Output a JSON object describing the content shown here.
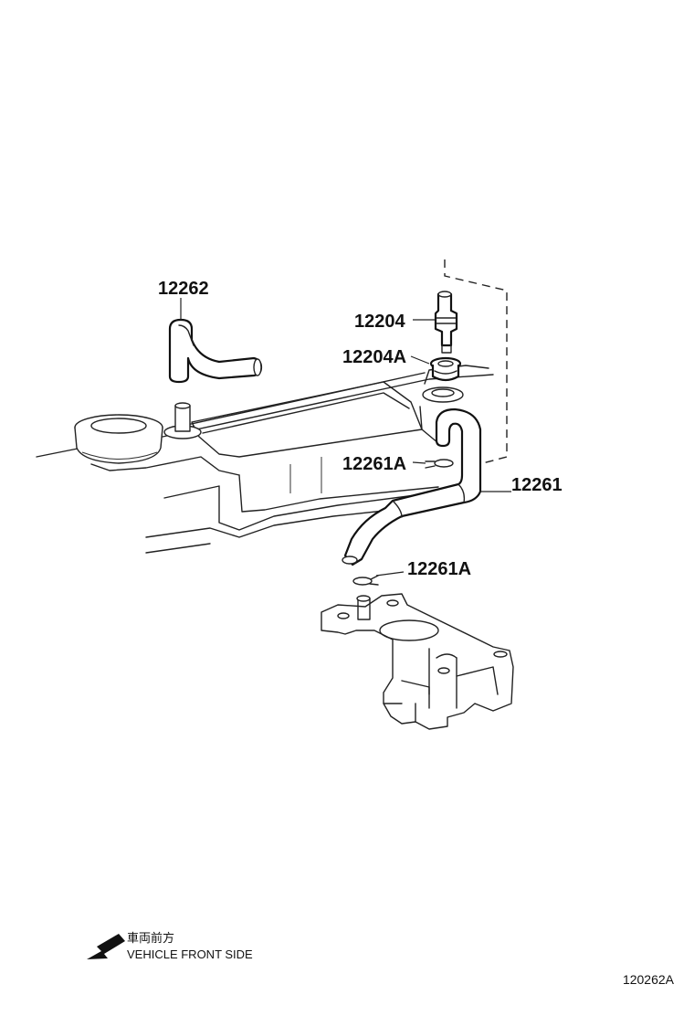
{
  "labels": {
    "hose_upper": "12262",
    "pcv_valve": "12204",
    "grommet": "12204A",
    "clip_upper": "12261A",
    "hose_main": "12261",
    "clip_lower": "12261A"
  },
  "legend": {
    "japanese": "車両前方",
    "english": "VEHICLE FRONT SIDE"
  },
  "diagram_code": "120262A"
}
